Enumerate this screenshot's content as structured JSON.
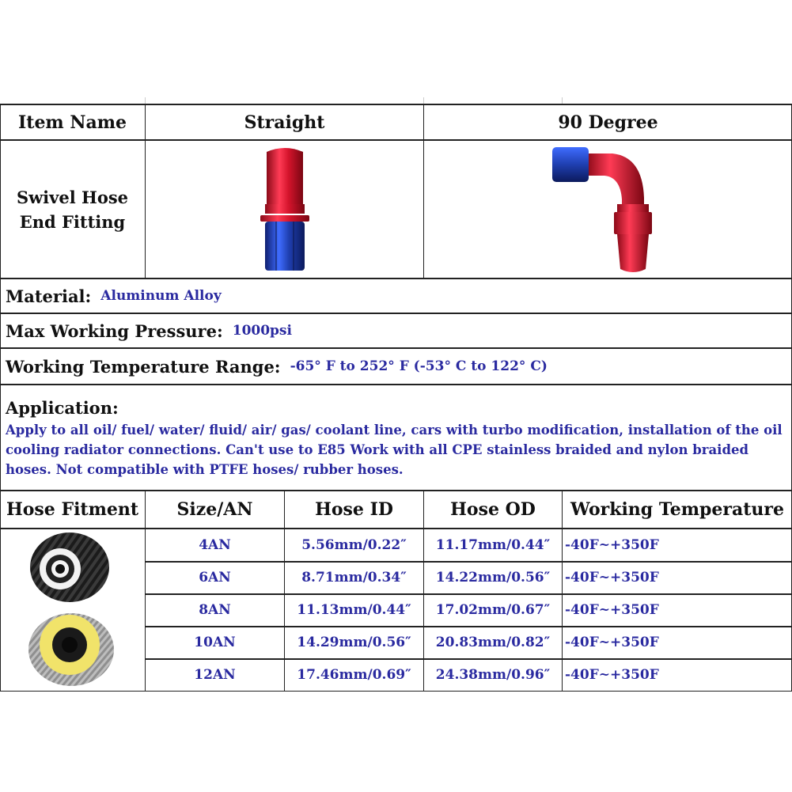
{
  "header": {
    "item_name": "Item Name",
    "straight": "Straight",
    "ninety": "90 Degree"
  },
  "item": {
    "name_line1": "Swivel Hose",
    "name_line2": "End Fitting"
  },
  "specs": {
    "material_label": "Material:",
    "material_value": "Aluminum Alloy",
    "pressure_label": "Max Working Pressure:",
    "pressure_value": "1000psi",
    "temp_label": "Working Temperature Range:",
    "temp_value": "-65° F to 252° F (-53° C to 122° C)"
  },
  "application": {
    "label": "Application:",
    "line1": "Apply to all oil/ fuel/ water/ fluid/ air/ gas/ coolant line, cars with turbo  modification, installation of the oil",
    "line2": "cooling radiator connections. Can't use to E85  Work with all CPE stainless braided and nylon braided",
    "line3": "hoses. Not compatible with PTFE hoses/ rubber hoses."
  },
  "fitment": {
    "headers": [
      "Hose Fitment",
      "Size/AN",
      "Hose ID",
      "Hose OD",
      "Working Temperature"
    ],
    "rows": [
      {
        "size": "4AN",
        "id": "5.56mm/0.22″",
        "od": "11.17mm/0.44″",
        "temp": "-40F~+350F"
      },
      {
        "size": "6AN",
        "id": "8.71mm/0.34″",
        "od": "14.22mm/0.56″",
        "temp": "-40F~+350F"
      },
      {
        "size": "8AN",
        "id": "11.13mm/0.44″",
        "od": "17.02mm/0.67″",
        "temp": "-40F~+350F"
      },
      {
        "size": "10AN",
        "id": "14.29mm/0.56″",
        "od": "20.83mm/0.82″",
        "temp": "-40F~+350F"
      },
      {
        "size": "12AN",
        "id": "17.46mm/0.69″",
        "od": "24.38mm/0.96″",
        "temp": "-40F~+350F"
      }
    ]
  },
  "colors": {
    "fitting_red": "#d4142c",
    "fitting_blue": "#1f3fb0",
    "text_blue": "#2a2aa0"
  }
}
